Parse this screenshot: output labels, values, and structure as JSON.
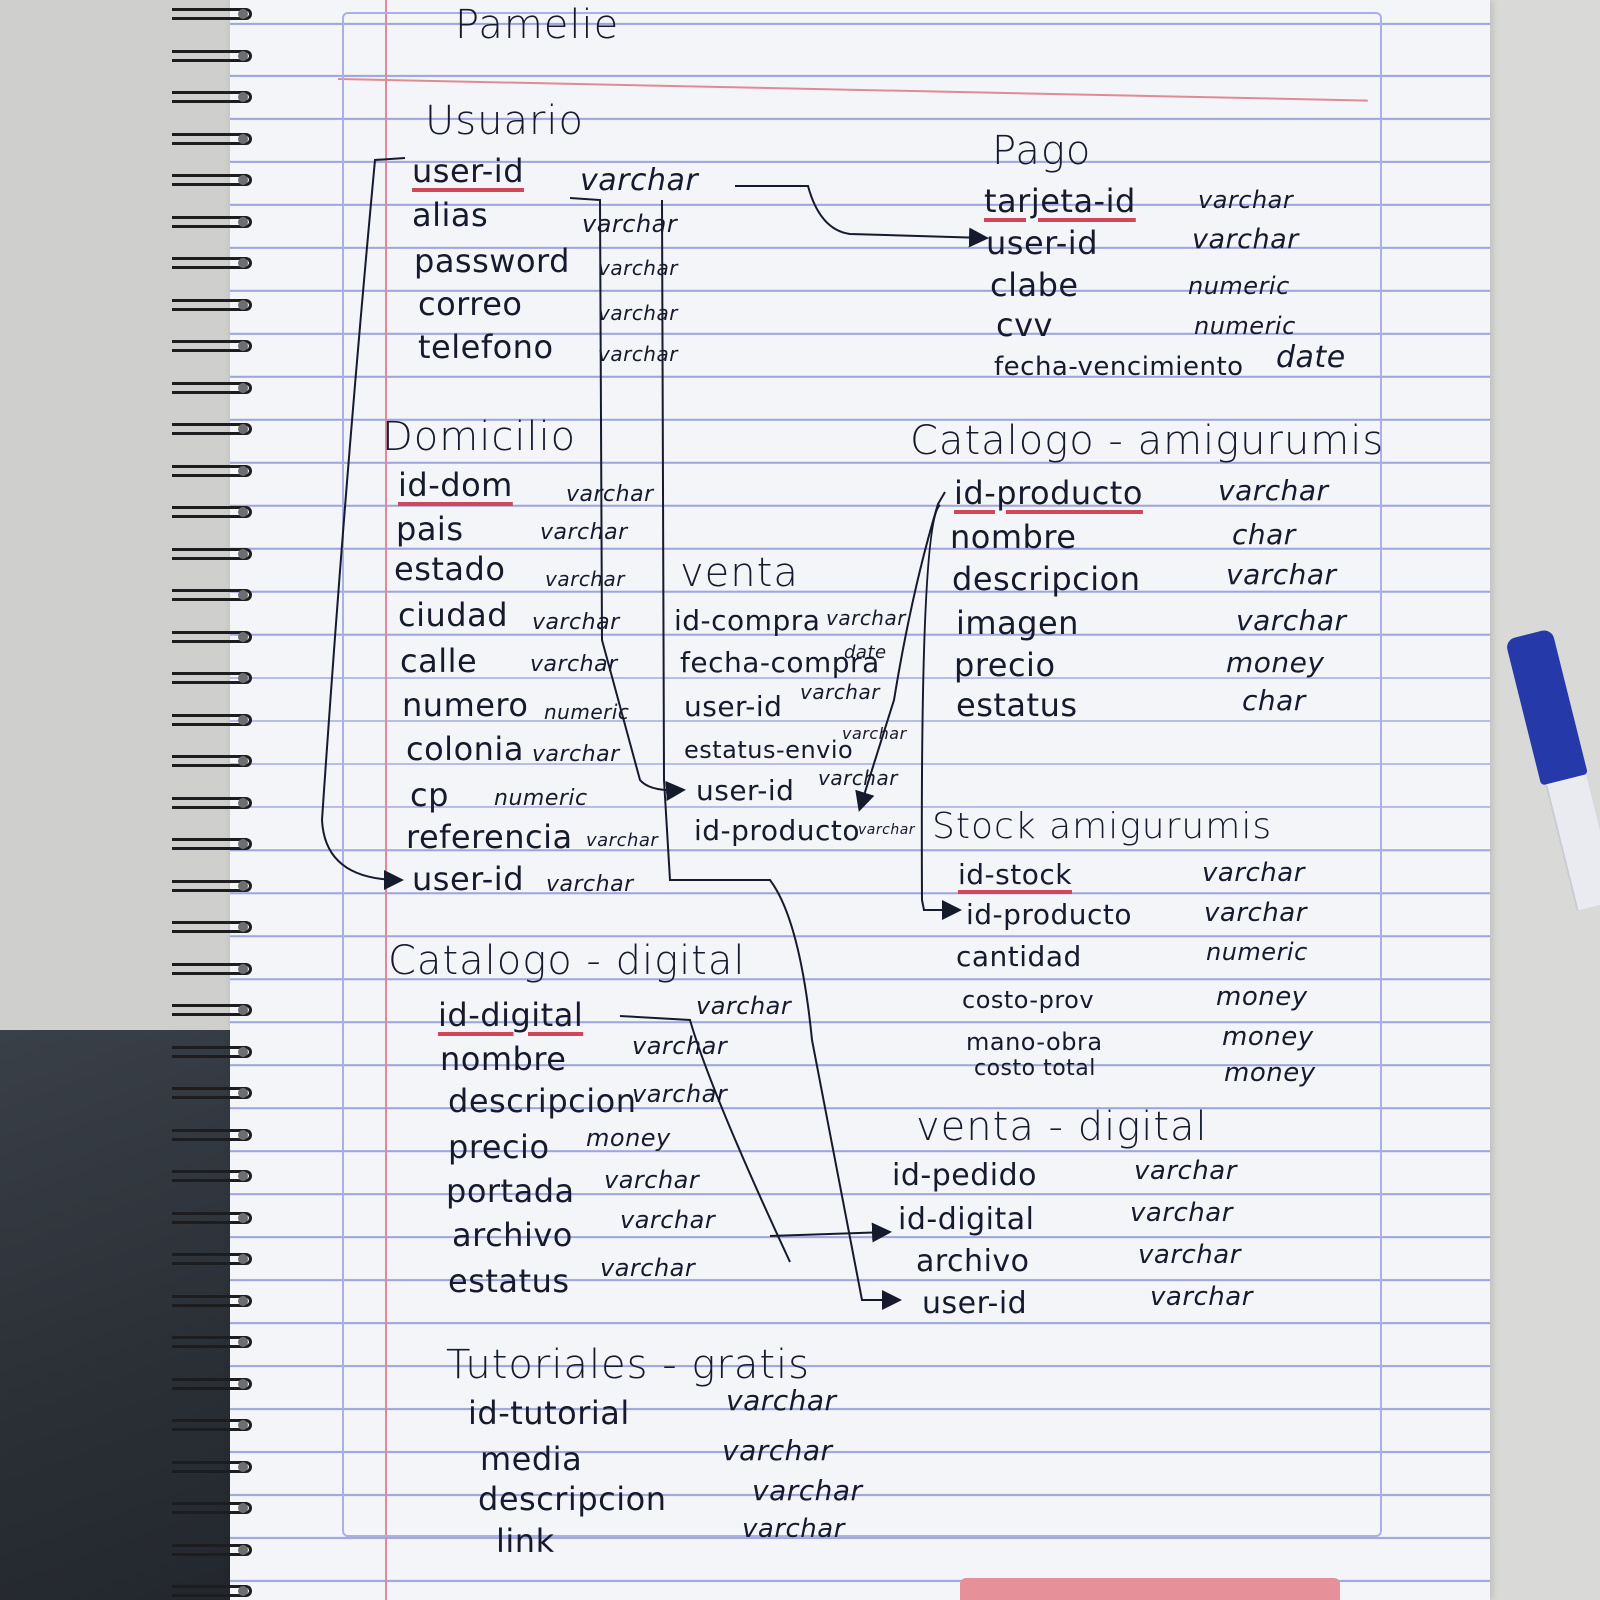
{
  "page_title": "Pamelie",
  "tables": {
    "usuario": {
      "name": "Usuario",
      "fields": [
        {
          "name": "user-id",
          "type": "varchar"
        },
        {
          "name": "alias",
          "type": "varchar"
        },
        {
          "name": "password",
          "type": "varchar"
        },
        {
          "name": "correo",
          "type": "varchar"
        },
        {
          "name": "telefono",
          "type": "varchar"
        }
      ]
    },
    "domicilio": {
      "name": "Domicilio",
      "fields": [
        {
          "name": "id-dom",
          "type": "varchar"
        },
        {
          "name": "pais",
          "type": "varchar"
        },
        {
          "name": "estado",
          "type": "varchar"
        },
        {
          "name": "ciudad",
          "type": "varchar"
        },
        {
          "name": "calle",
          "type": "varchar"
        },
        {
          "name": "numero",
          "type": "numeric"
        },
        {
          "name": "colonia",
          "type": "varchar"
        },
        {
          "name": "cp",
          "type": "numeric"
        },
        {
          "name": "referencia",
          "type": "varchar"
        },
        {
          "name": "user-id",
          "type": "varchar"
        }
      ]
    },
    "catalogo_digital": {
      "name": "Catalogo - digital",
      "fields": [
        {
          "name": "id-digital",
          "type": "varchar"
        },
        {
          "name": "nombre",
          "type": "varchar"
        },
        {
          "name": "descripcion",
          "type": "varchar"
        },
        {
          "name": "precio",
          "type": "money"
        },
        {
          "name": "portada",
          "type": "varchar"
        },
        {
          "name": "archivo",
          "type": "varchar"
        },
        {
          "name": "estatus",
          "type": "varchar"
        }
      ]
    },
    "tutoriales": {
      "name": "Tutoriales - gratis",
      "fields": [
        {
          "name": "id-tutorial",
          "type": "varchar"
        },
        {
          "name": "media",
          "type": "varchar"
        },
        {
          "name": "descripcion",
          "type": "varchar"
        },
        {
          "name": "link",
          "type": "varchar"
        }
      ]
    },
    "pago": {
      "name": "Pago",
      "fields": [
        {
          "name": "tarjeta-id",
          "type": "varchar"
        },
        {
          "name": "user-id",
          "type": "varchar"
        },
        {
          "name": "clabe",
          "type": "numeric"
        },
        {
          "name": "cvv",
          "type": "numeric"
        },
        {
          "name": "fecha-vencimiento",
          "type": "date"
        }
      ]
    },
    "catalogo_amigurumis": {
      "name": "Catalogo - amigurumis",
      "fields": [
        {
          "name": "id-producto",
          "type": "varchar"
        },
        {
          "name": "nombre",
          "type": "char"
        },
        {
          "name": "descripcion",
          "type": "varchar"
        },
        {
          "name": "imagen",
          "type": "varchar"
        },
        {
          "name": "precio",
          "type": "money"
        },
        {
          "name": "estatus",
          "type": "char"
        }
      ]
    },
    "venta": {
      "name": "venta",
      "fields": [
        {
          "name": "id-compra",
          "type": "varchar"
        },
        {
          "name": "fecha-compra",
          "type": "date"
        },
        {
          "name": "user-id",
          "type": "varchar"
        },
        {
          "name": "estatus-envio",
          "type": "varchar"
        },
        {
          "name": "user-id",
          "type": "varchar"
        },
        {
          "name": "id-producto",
          "type": "varchar"
        }
      ]
    },
    "stock": {
      "name": "Stock amigurumis",
      "fields": [
        {
          "name": "id-stock",
          "type": "varchar"
        },
        {
          "name": "id-producto",
          "type": "varchar"
        },
        {
          "name": "cantidad",
          "type": "numeric"
        },
        {
          "name": "costo-prov",
          "type": "money"
        },
        {
          "name": "mano-obra",
          "type": "money"
        },
        {
          "name": "costo total",
          "type": "money"
        }
      ]
    },
    "venta_digital": {
      "name": "venta - digital",
      "fields": [
        {
          "name": "id-pedido",
          "type": "varchar"
        },
        {
          "name": "id-digital",
          "type": "varchar"
        },
        {
          "name": "archivo",
          "type": "varchar"
        },
        {
          "name": "user-id",
          "type": "varchar"
        }
      ]
    }
  },
  "colors": {
    "ink": "#151a2c",
    "pk_underline": "#d0475a",
    "rule_line": "#9ea6dd",
    "margin_line": "#e08a95",
    "marker": "#2639a8"
  }
}
